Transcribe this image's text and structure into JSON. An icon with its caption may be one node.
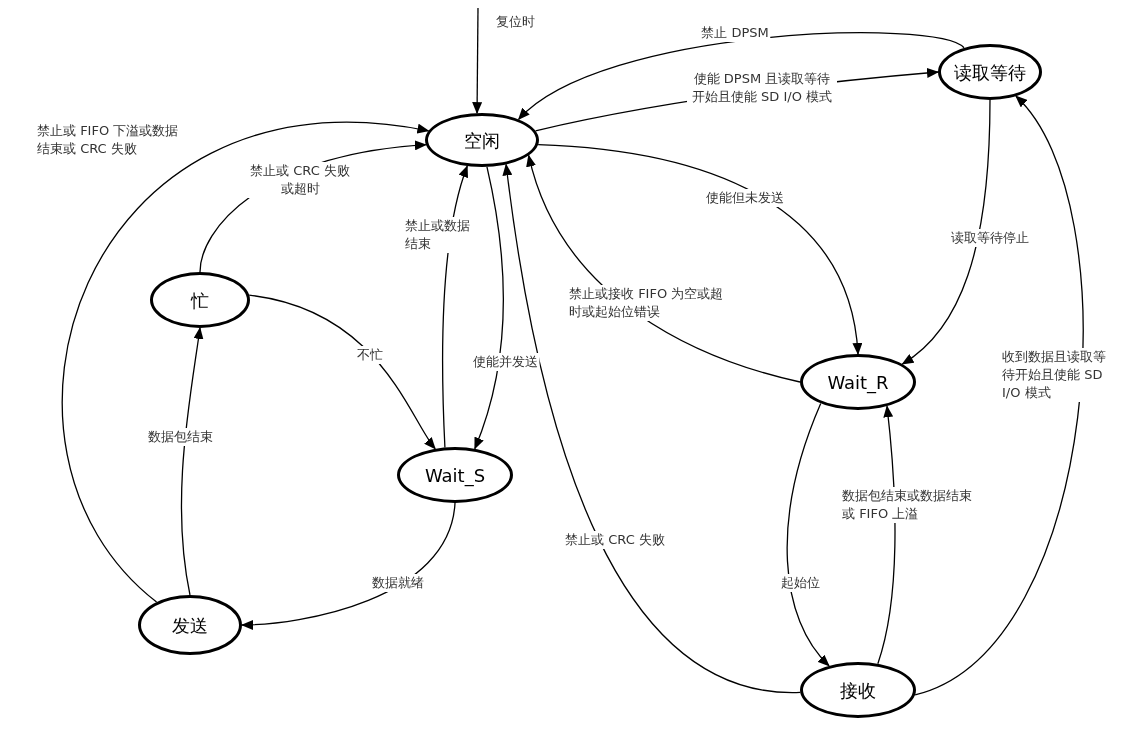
{
  "diagram": {
    "nodes": [
      {
        "text": [
          "空闲"
        ]
      },
      {
        "text": [
          "读取等待"
        ]
      },
      {
        "text": [
          "忙"
        ]
      },
      {
        "text": [
          "Wait_S"
        ]
      },
      {
        "text": [
          "Wait_R"
        ]
      },
      {
        "text": [
          "发送"
        ]
      },
      {
        "text": [
          "接收"
        ]
      }
    ],
    "edges": [
      {
        "from": null,
        "to": 0,
        "arrow": "to",
        "label": "复位时"
      },
      {
        "from": 1,
        "to": 0,
        "arrow": "to",
        "label": "禁止 DPSM"
      },
      {
        "from": 0,
        "to": 1,
        "arrow": "to",
        "label": "使能 DPSM 且读取等待开始且使能 SD I/O 模式"
      },
      {
        "from": 5,
        "to": 0,
        "arrow": "to",
        "label": "禁止或 FIFO 下溢或数据结束或 CRC 失败"
      },
      {
        "from": 2,
        "to": 0,
        "arrow": "to",
        "label": "禁止或 CRC 失败或超时"
      },
      {
        "from": 2,
        "to": 3,
        "arrow": "to",
        "label": "不忙"
      },
      {
        "from": 3,
        "to": 0,
        "arrow": "to",
        "label": "禁止或数据结束"
      },
      {
        "from": 0,
        "to": 3,
        "arrow": "to",
        "label": "使能并发送"
      },
      {
        "from": 0,
        "to": 4,
        "arrow": "to",
        "label": "使能但未发送"
      },
      {
        "from": 4,
        "to": 0,
        "arrow": "to",
        "label": "禁止或接收 FIFO 为空或超时或起始位错误"
      },
      {
        "from": 1,
        "to": 4,
        "arrow": "to",
        "label": "读取等待停止"
      },
      {
        "from": 6,
        "to": 1,
        "arrow": "to",
        "label": "收到数据且读取等待开始且使能 SD I/O 模式"
      },
      {
        "from": 4,
        "to": 6,
        "arrow": "to",
        "label": "起始位"
      },
      {
        "from": 6,
        "to": 4,
        "arrow": "to",
        "label": "数据包结束或数据结束或 FIFO 上溢"
      },
      {
        "from": 6,
        "to": 0,
        "arrow": "to",
        "label": "禁止或 CRC 失败"
      },
      {
        "from": 3,
        "to": 5,
        "arrow": "to",
        "label": "数据就绪"
      },
      {
        "from": 5,
        "to": 2,
        "arrow": "to",
        "label": "数据包结束"
      }
    ]
  }
}
